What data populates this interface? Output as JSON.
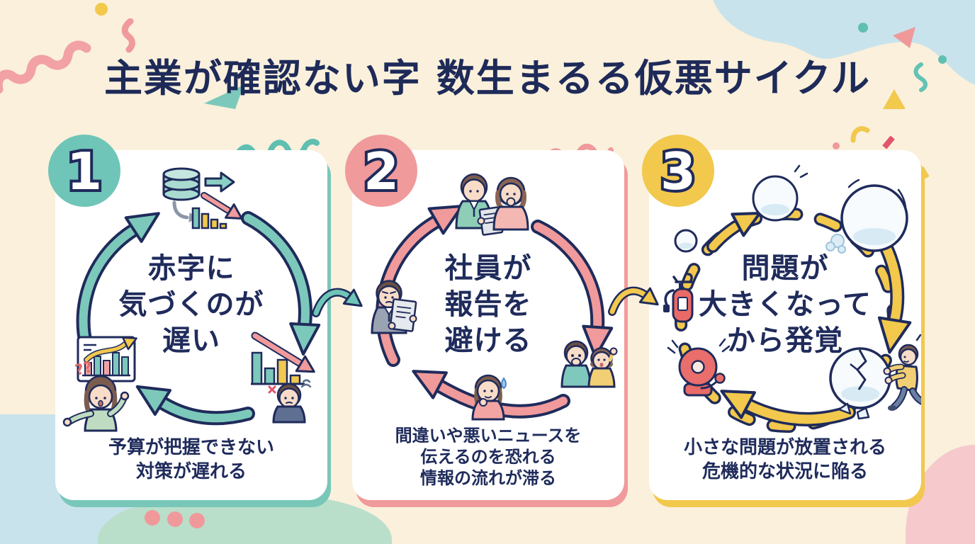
{
  "title": "主業が確認ない字 数生まるる仮悪サイクル",
  "panels": [
    {
      "number": "1",
      "accent": "#6FC5B7",
      "heading": "赤字に\n気づくのが\n遅い",
      "caption": "予算が把握できない\n対策が遅れる",
      "confusion_marks": "??",
      "icons": [
        "cycle-arrows-icon",
        "revenue-data-decline-icon",
        "confused-woman-chart-illustration",
        "falling-bar-chart-man-illustration"
      ]
    },
    {
      "number": "2",
      "accent": "#F09A9C",
      "heading": "社員が\n報告を\n避ける",
      "caption": "間違いや悪いニュースを\n伝えるのを恐れる\n情報の流れが滞る",
      "icons": [
        "cycle-arrows-icon",
        "managers-reviewing-report-illustration",
        "worried-man-reading-illustration",
        "anxious-woman-illustration",
        "shocked-employees-illustration"
      ]
    },
    {
      "number": "3",
      "accent": "#F2C84D",
      "heading": "問題が\n大きくなって\nから発覚",
      "caption": "小さな問題が放置される\n危機的な状況に陥る",
      "icons": [
        "dashed-cycle-arrows-icon",
        "growing-snowball-icon",
        "fire-extinguisher-icon",
        "alarm-bell-icon",
        "cracked-snowball-man-illustration"
      ]
    }
  ],
  "connectors": [
    {
      "icon": "curved-arrow-right-icon",
      "color": "#6FC5B7"
    },
    {
      "icon": "curved-arrow-right-icon",
      "color": "#F2C84D"
    }
  ],
  "colors": {
    "background": "#FAF0DC",
    "ink": "#1F2B5B",
    "teal": "#6FC5B7",
    "pink": "#F09A9C",
    "yellow": "#F2C84D",
    "light_blue": "#C8E3EC",
    "mint": "#B9DFCA",
    "blob_pink": "#F6C9CC",
    "card": "#FFFFFF"
  }
}
